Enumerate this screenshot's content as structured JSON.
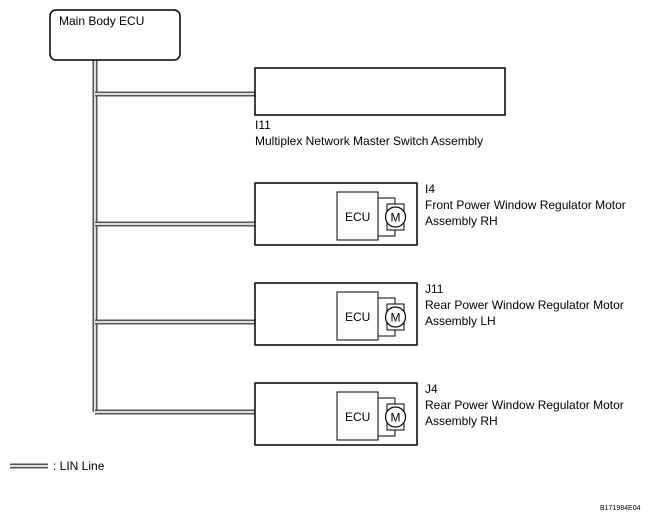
{
  "main_ecu": {
    "label": "Main Body ECU"
  },
  "components": [
    {
      "code": "I11",
      "name_lines": [
        "Multiplex Network Master Switch Assembly"
      ],
      "has_motor": false
    },
    {
      "code": "I4",
      "name_lines": [
        "Front Power Window Regulator Motor",
        "Assembly RH"
      ],
      "has_motor": true,
      "ecu_label": "ECU",
      "motor_label": "M"
    },
    {
      "code": "J11",
      "name_lines": [
        "Rear Power Window Regulator Motor",
        "Assembly LH"
      ],
      "has_motor": true,
      "ecu_label": "ECU",
      "motor_label": "M"
    },
    {
      "code": "J4",
      "name_lines": [
        "Rear Power Window Regulator Motor",
        "Assembly RH"
      ],
      "has_motor": true,
      "ecu_label": "ECU",
      "motor_label": "M"
    }
  ],
  "legend": {
    "label": ": LIN Line"
  },
  "figure_code": "B171984E04"
}
